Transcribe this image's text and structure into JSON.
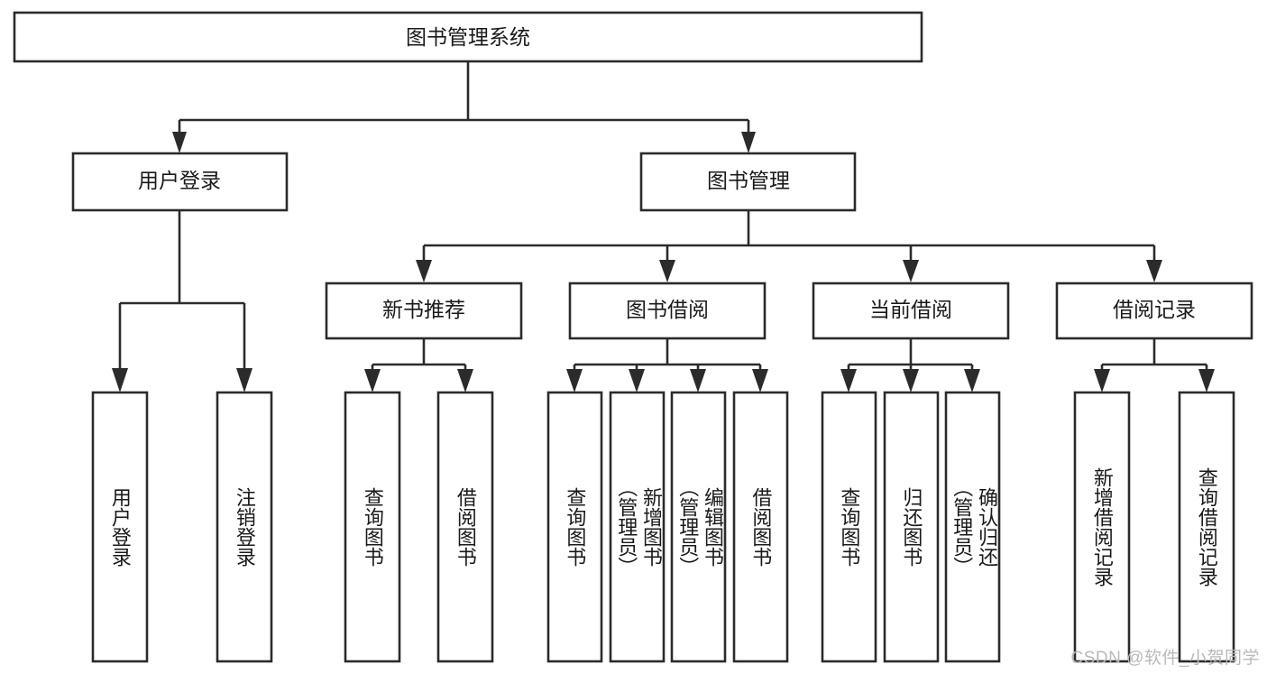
{
  "diagram": {
    "title": "图书管理系统",
    "type": "hierarchy-tree",
    "watermark": "CSDN @软件_小贺同学",
    "colors": {
      "stroke": "#2b2b2b",
      "fill": "#ffffff",
      "text": "#1a1a1a",
      "watermark": "#b9b9b9"
    },
    "levels": {
      "root": {
        "label": "图书管理系统"
      },
      "level2": [
        {
          "label": "用户登录"
        },
        {
          "label": "图书管理"
        }
      ],
      "level3": [
        {
          "label": "新书推荐"
        },
        {
          "label": "图书借阅"
        },
        {
          "label": "当前借阅"
        },
        {
          "label": "借阅记录"
        }
      ],
      "leaves": {
        "user_login": [
          {
            "label": "用户登录"
          },
          {
            "label": "注销登录"
          }
        ],
        "new_book_recommend": [
          {
            "label": "查询图书"
          },
          {
            "label": "借阅图书"
          }
        ],
        "book_borrow": [
          {
            "label": "查询图书"
          },
          {
            "label": "新增图书\n（管理员）"
          },
          {
            "label": "编辑图书\n（管理员）"
          },
          {
            "label": "借阅图书"
          }
        ],
        "current_borrow": [
          {
            "label": "查询图书"
          },
          {
            "label": "归还图书"
          },
          {
            "label": "确认归还\n（管理员）"
          }
        ],
        "borrow_record": [
          {
            "label": "新增借阅记录"
          },
          {
            "label": "查询借阅记录"
          }
        ]
      }
    }
  }
}
